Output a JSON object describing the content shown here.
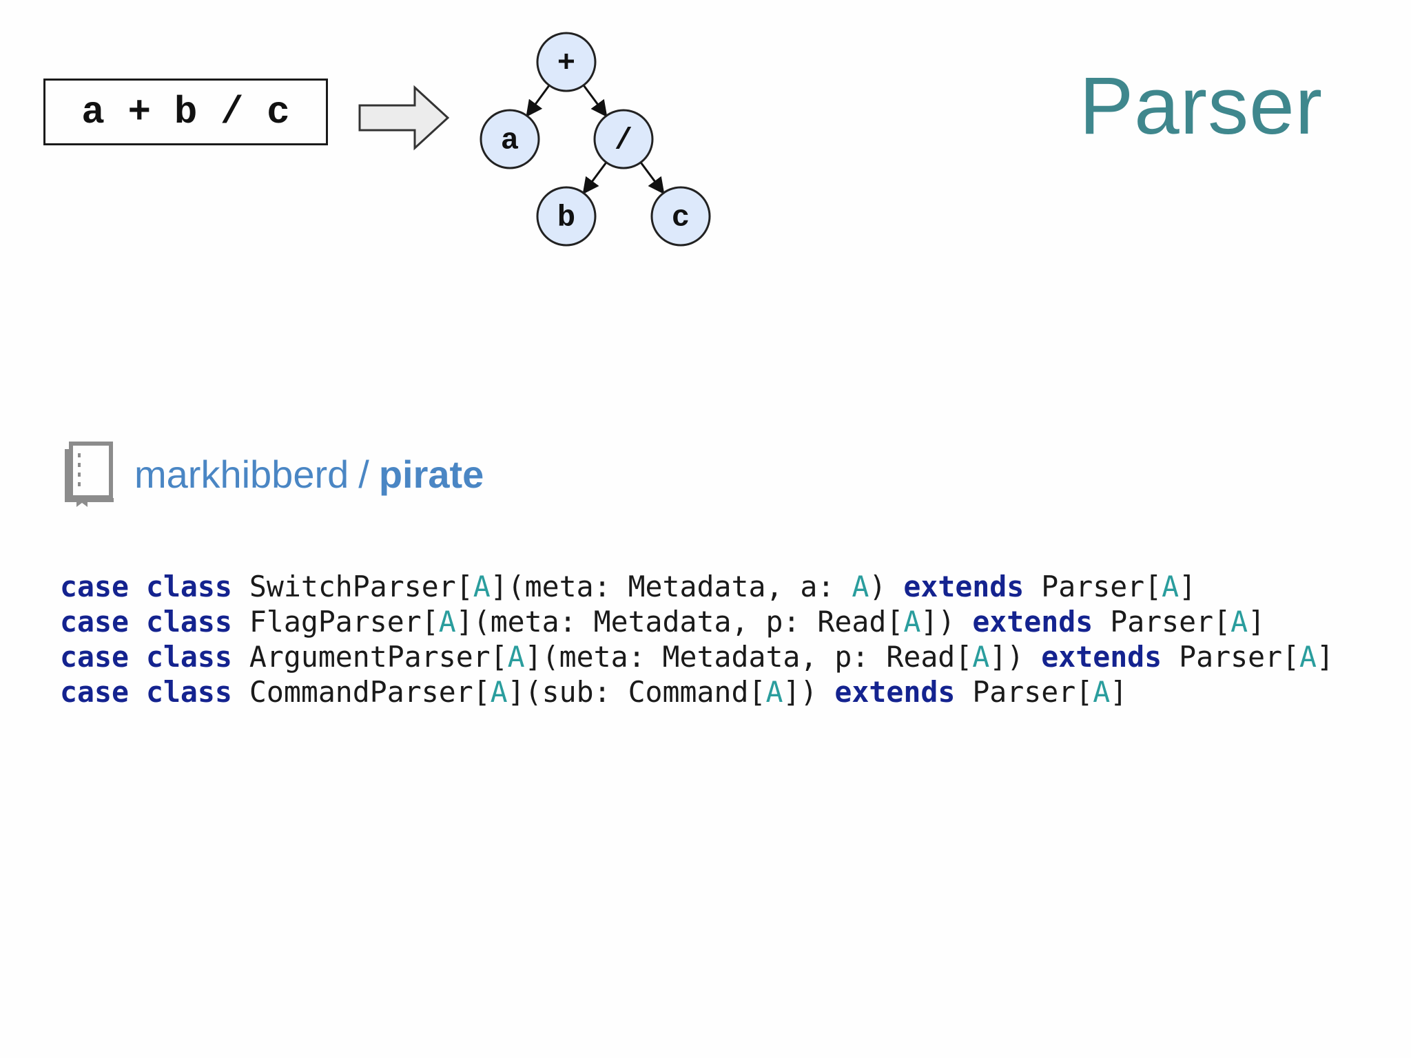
{
  "slide": {
    "title": "Parser"
  },
  "expression": "a + b / c",
  "tree": {
    "nodes": [
      {
        "id": "plus",
        "label": "+"
      },
      {
        "id": "a",
        "label": "a"
      },
      {
        "id": "div",
        "label": "/"
      },
      {
        "id": "b",
        "label": "b"
      },
      {
        "id": "c",
        "label": "c"
      }
    ],
    "edges": [
      {
        "from": "plus",
        "to": "a"
      },
      {
        "from": "plus",
        "to": "div"
      },
      {
        "from": "div",
        "to": "b"
      },
      {
        "from": "div",
        "to": "c"
      }
    ]
  },
  "colors": {
    "title": "#3f878d",
    "node_fill": "#dde9fb",
    "node_stroke": "#222222",
    "keyword": "#14238f",
    "type_param": "#2a9d9d",
    "repo_link": "#4a86c4"
  },
  "repo": {
    "icon": "book-icon",
    "owner": "markhibberd",
    "separator": "/",
    "name": "pirate"
  },
  "code": {
    "lines": [
      [
        {
          "t": "case",
          "k": "kw"
        },
        {
          "t": " ",
          "k": "txt"
        },
        {
          "t": "class",
          "k": "kw"
        },
        {
          "t": " SwitchParser[",
          "k": "txt"
        },
        {
          "t": "A",
          "k": "type"
        },
        {
          "t": "](meta: Metadata, a: ",
          "k": "txt"
        },
        {
          "t": "A",
          "k": "type"
        },
        {
          "t": ") ",
          "k": "txt"
        },
        {
          "t": "extends",
          "k": "kw"
        },
        {
          "t": " Parser[",
          "k": "txt"
        },
        {
          "t": "A",
          "k": "type"
        },
        {
          "t": "]",
          "k": "txt"
        }
      ],
      [
        {
          "t": "case",
          "k": "kw"
        },
        {
          "t": " ",
          "k": "txt"
        },
        {
          "t": "class",
          "k": "kw"
        },
        {
          "t": " FlagParser[",
          "k": "txt"
        },
        {
          "t": "A",
          "k": "type"
        },
        {
          "t": "](meta: Metadata, p: Read[",
          "k": "txt"
        },
        {
          "t": "A",
          "k": "type"
        },
        {
          "t": "]) ",
          "k": "txt"
        },
        {
          "t": "extends",
          "k": "kw"
        },
        {
          "t": " Parser[",
          "k": "txt"
        },
        {
          "t": "A",
          "k": "type"
        },
        {
          "t": "]",
          "k": "txt"
        }
      ],
      [
        {
          "t": "case",
          "k": "kw"
        },
        {
          "t": " ",
          "k": "txt"
        },
        {
          "t": "class",
          "k": "kw"
        },
        {
          "t": " ArgumentParser[",
          "k": "txt"
        },
        {
          "t": "A",
          "k": "type"
        },
        {
          "t": "](meta: Metadata, p: Read[",
          "k": "txt"
        },
        {
          "t": "A",
          "k": "type"
        },
        {
          "t": "]) ",
          "k": "txt"
        },
        {
          "t": "extends",
          "k": "kw"
        },
        {
          "t": " Parser[",
          "k": "txt"
        },
        {
          "t": "A",
          "k": "type"
        },
        {
          "t": "]",
          "k": "txt"
        }
      ],
      [
        {
          "t": "case",
          "k": "kw"
        },
        {
          "t": " ",
          "k": "txt"
        },
        {
          "t": "class",
          "k": "kw"
        },
        {
          "t": " CommandParser[",
          "k": "txt"
        },
        {
          "t": "A",
          "k": "type"
        },
        {
          "t": "](sub: Command[",
          "k": "txt"
        },
        {
          "t": "A",
          "k": "type"
        },
        {
          "t": "]) ",
          "k": "txt"
        },
        {
          "t": "extends",
          "k": "kw"
        },
        {
          "t": " Parser[",
          "k": "txt"
        },
        {
          "t": "A",
          "k": "type"
        },
        {
          "t": "]",
          "k": "txt"
        }
      ]
    ]
  }
}
